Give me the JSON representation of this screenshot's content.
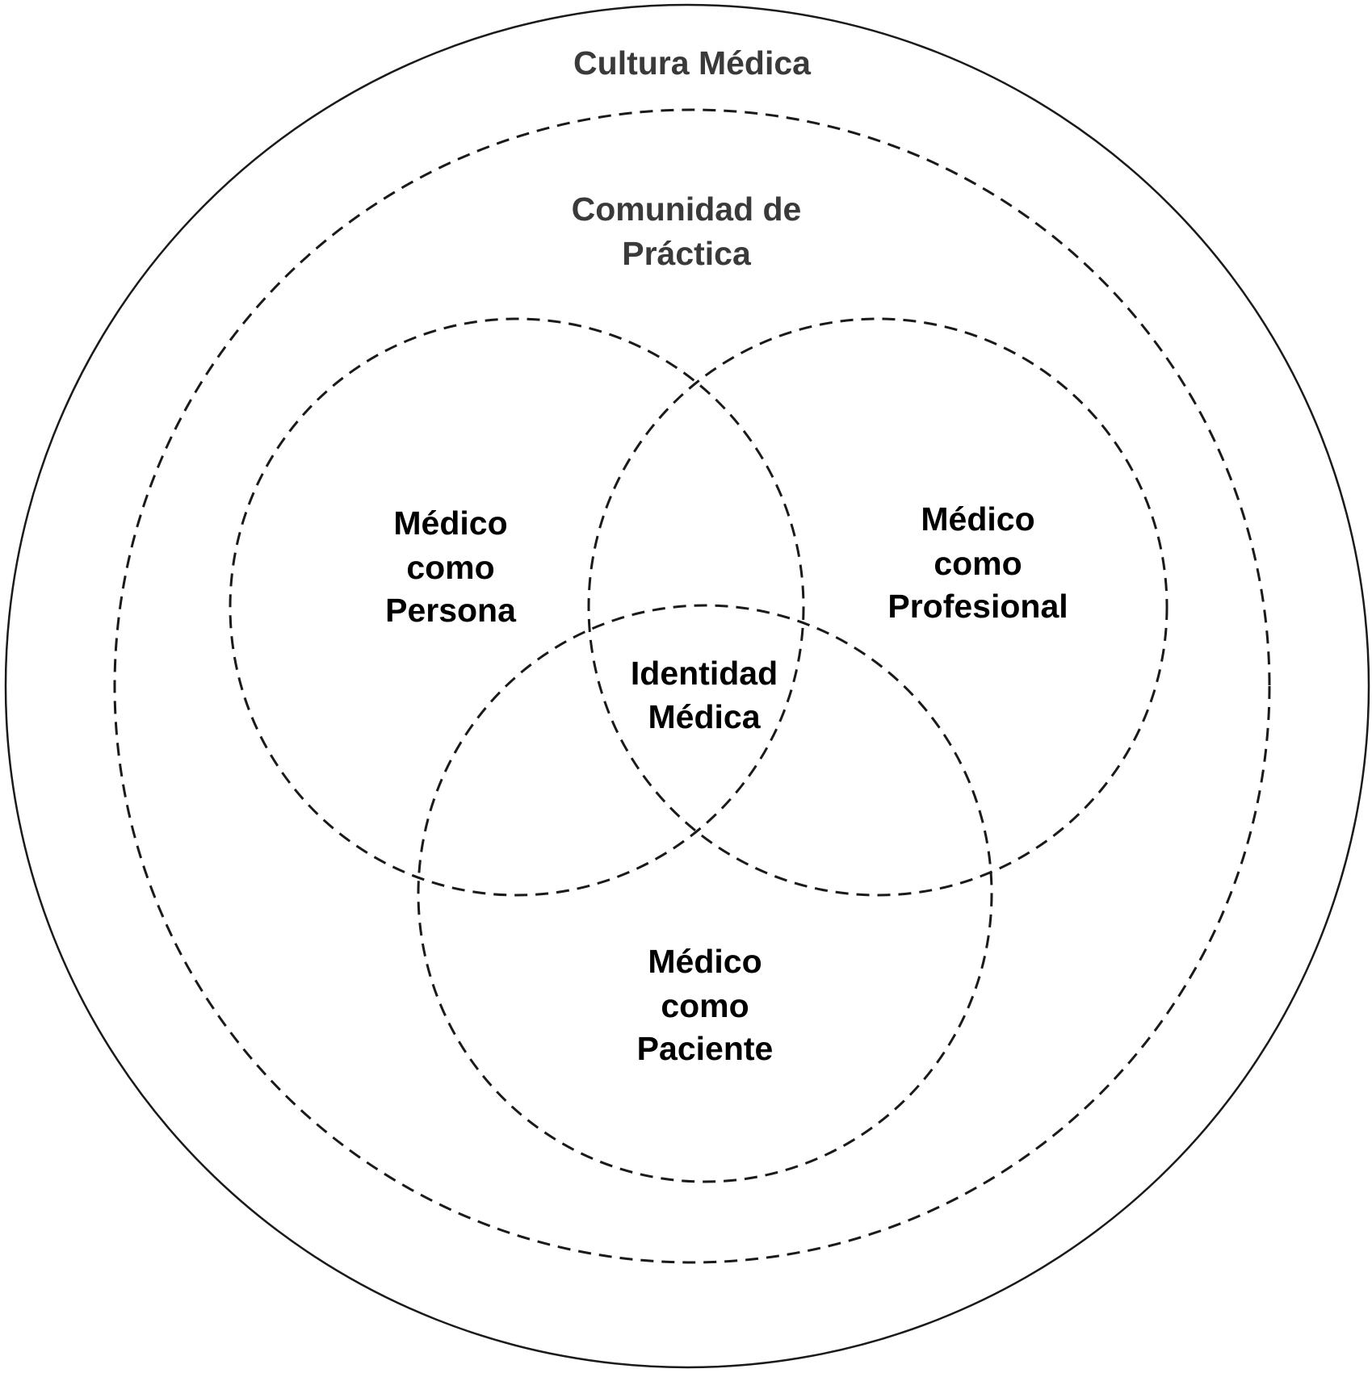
{
  "diagram": {
    "outer_label": "Cultura Médica",
    "community_label": [
      "Comunidad de",
      "Práctica"
    ],
    "circle_persona": [
      "Médico",
      "como",
      "Persona"
    ],
    "circle_profesional": [
      "Médico",
      "como",
      "Profesional"
    ],
    "circle_paciente": [
      "Médico",
      "como",
      "Paciente"
    ],
    "center_label": [
      "Identidad",
      "Médica"
    ]
  }
}
